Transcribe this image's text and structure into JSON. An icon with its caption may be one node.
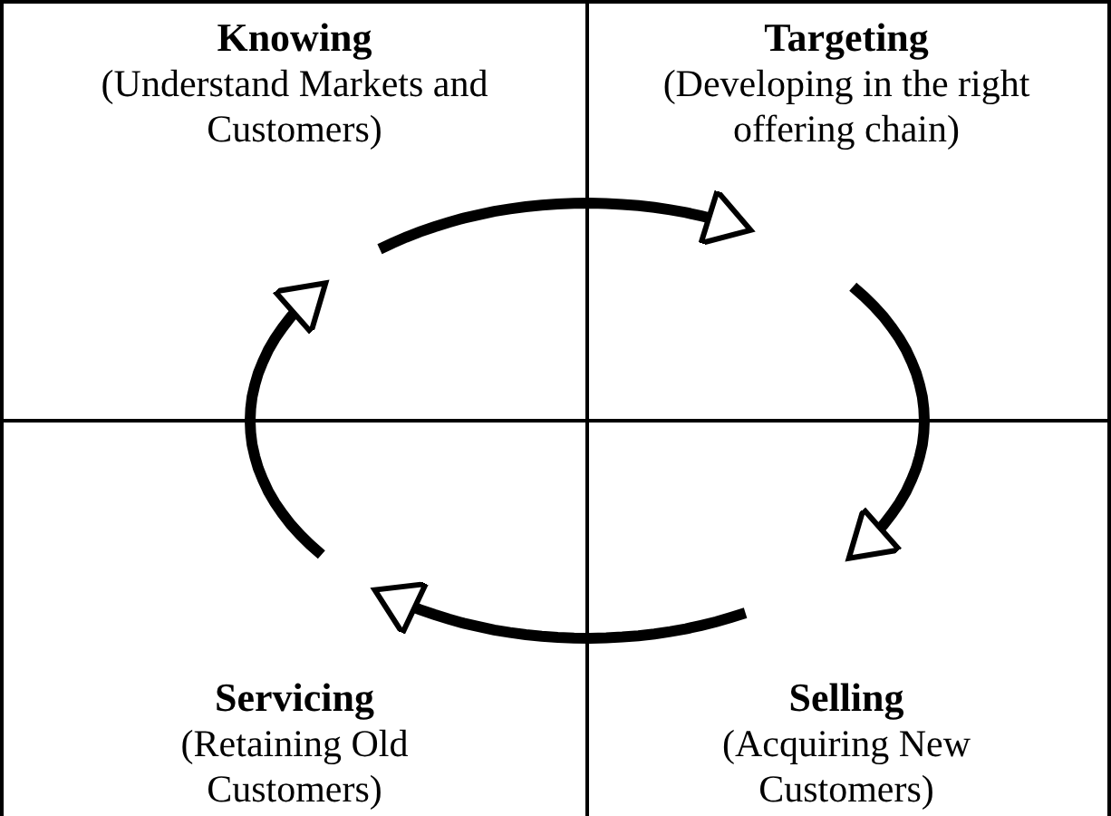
{
  "diagram": {
    "nodes": [
      {
        "text": [
          "Knowing",
          "(Understand Markets and Customers)"
        ]
      },
      {
        "text": [
          "Targeting",
          "(Developing in the right offering chain)"
        ]
      },
      {
        "text": [
          "Selling",
          "(Acquiring New Customers)"
        ]
      },
      {
        "text": [
          "Servicing",
          "(Retaining Old Customers)"
        ]
      }
    ],
    "edges": [
      {
        "from": 0,
        "to": 1,
        "arrow": "to"
      },
      {
        "from": 1,
        "to": 2,
        "arrow": "to"
      },
      {
        "from": 2,
        "to": 3,
        "arrow": "to"
      },
      {
        "from": 3,
        "to": 0,
        "arrow": "to"
      }
    ]
  }
}
